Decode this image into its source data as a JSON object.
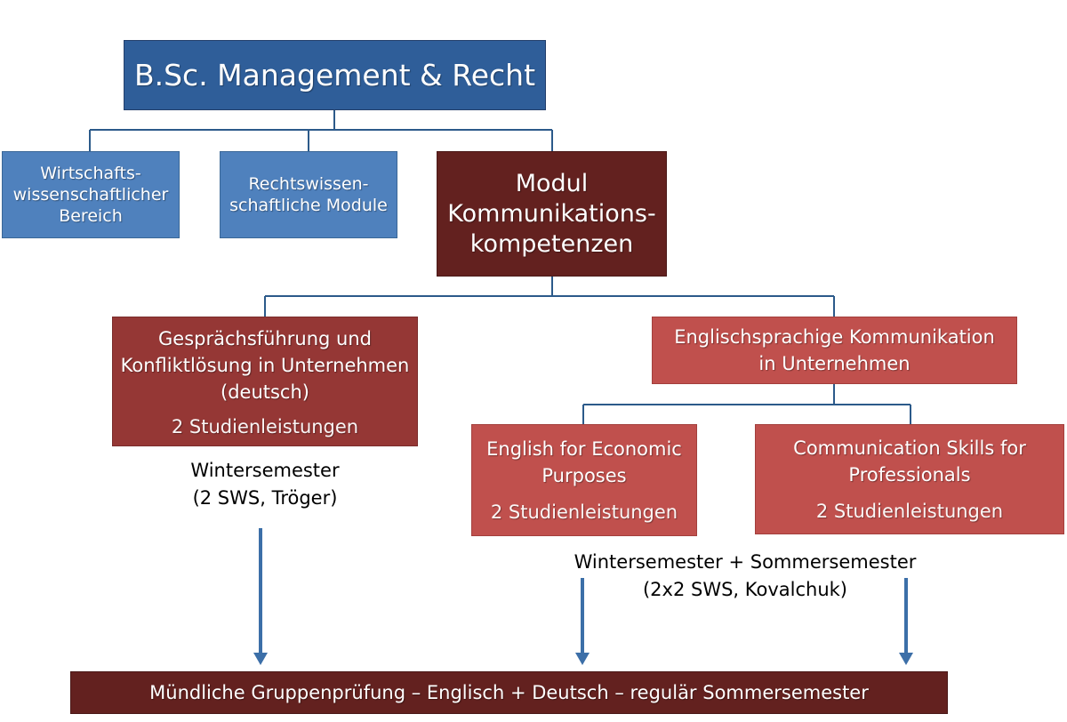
{
  "colors": {
    "title_box": "#2f5e99",
    "title_border": "#233f6b",
    "blue_box": "#4f81bd",
    "blue_border": "#3a6797",
    "maroon_box": "#63211f",
    "maroon_border": "#4a1817",
    "red_dark_box": "#953735",
    "red_light_box": "#c0504d",
    "connector": "#2c5a8a",
    "arrow": "#3c6fa8"
  },
  "title": "B.Sc. Management & Recht",
  "top_modules": [
    {
      "lines": [
        "Wirtschafts-",
        "wissenschaftlicher",
        "Bereich"
      ]
    },
    {
      "lines": [
        "Rechtswissen-",
        "schaftliche Module"
      ]
    },
    {
      "lines": [
        "Modul",
        "Kommunikations-",
        "kompetenzen"
      ]
    }
  ],
  "course_de": {
    "lines": [
      "Gesprächsführung und",
      "Konfliktlösung in Unternehmen",
      "(deutsch)"
    ],
    "credits": "2 Studienleistungen"
  },
  "course_en": {
    "lines": [
      "Englischsprachige Kommunikation",
      "in Unternehmen"
    ]
  },
  "sub_courses": [
    {
      "lines": [
        "English for Economic",
        "Purposes"
      ],
      "credits": "2 Studienleistungen"
    },
    {
      "lines": [
        "Communication Skills for",
        "Professionals"
      ],
      "credits": "2 Studienleistungen"
    }
  ],
  "notes": {
    "left": [
      "Wintersemester",
      "(2 SWS, Tröger)"
    ],
    "right": [
      "Wintersemester + Sommersemester",
      "(2x2 SWS, Kovalchuk)"
    ]
  },
  "exam": "Mündliche Gruppenprüfung – Englisch + Deutsch – regulär Sommersemester"
}
